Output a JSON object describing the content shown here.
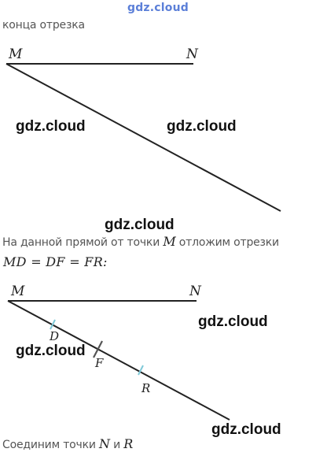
{
  "watermark_top": "gdz.cloud",
  "intro_fragment": "концa отрезка",
  "figure1": {
    "label_m": "M",
    "label_n": "N"
  },
  "step_text": {
    "prefix": "На данной прямой от точки ",
    "point": "M",
    "suffix": " отложим отрезки"
  },
  "equation": "MD = DF = FR:",
  "figure2": {
    "label_m": "M",
    "label_n": "N",
    "label_d": "D",
    "label_f": "F",
    "label_r": "R"
  },
  "final_text": {
    "prefix": "Соединим точки ",
    "point_n": "N",
    "conj": " и ",
    "point_r": "R"
  },
  "watermarks": [
    "gdz.cloud",
    "gdz.cloud",
    "gdz.cloud",
    "gdz.cloud",
    "gdz.cloud",
    "gdz.cloud"
  ],
  "colors": {
    "watermark_top": "#5b7fd8",
    "tick_mark": "#7fc9d8"
  }
}
